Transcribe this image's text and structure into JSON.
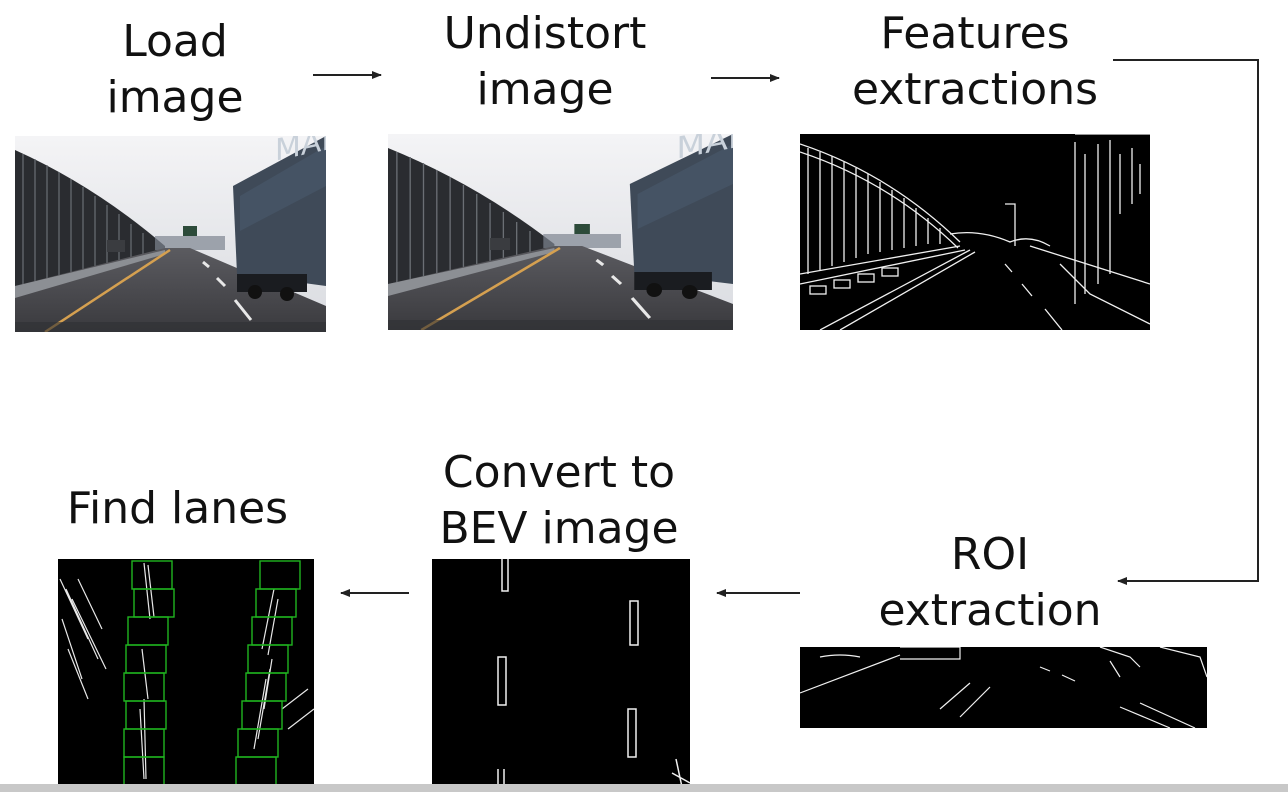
{
  "diagram": {
    "steps": [
      {
        "id": "load",
        "lines": [
          "Load",
          "image"
        ]
      },
      {
        "id": "undistort",
        "lines": [
          "Undistort",
          "image"
        ]
      },
      {
        "id": "features",
        "lines": [
          "Features",
          "extractions"
        ]
      },
      {
        "id": "roi",
        "lines": [
          "ROI",
          "extraction"
        ]
      },
      {
        "id": "bev",
        "lines": [
          "Convert to",
          "BEV image"
        ]
      },
      {
        "id": "lanes",
        "lines": [
          "Find lanes"
        ]
      }
    ],
    "arrow_color": "#222222",
    "box_color": "#1fb51f"
  }
}
